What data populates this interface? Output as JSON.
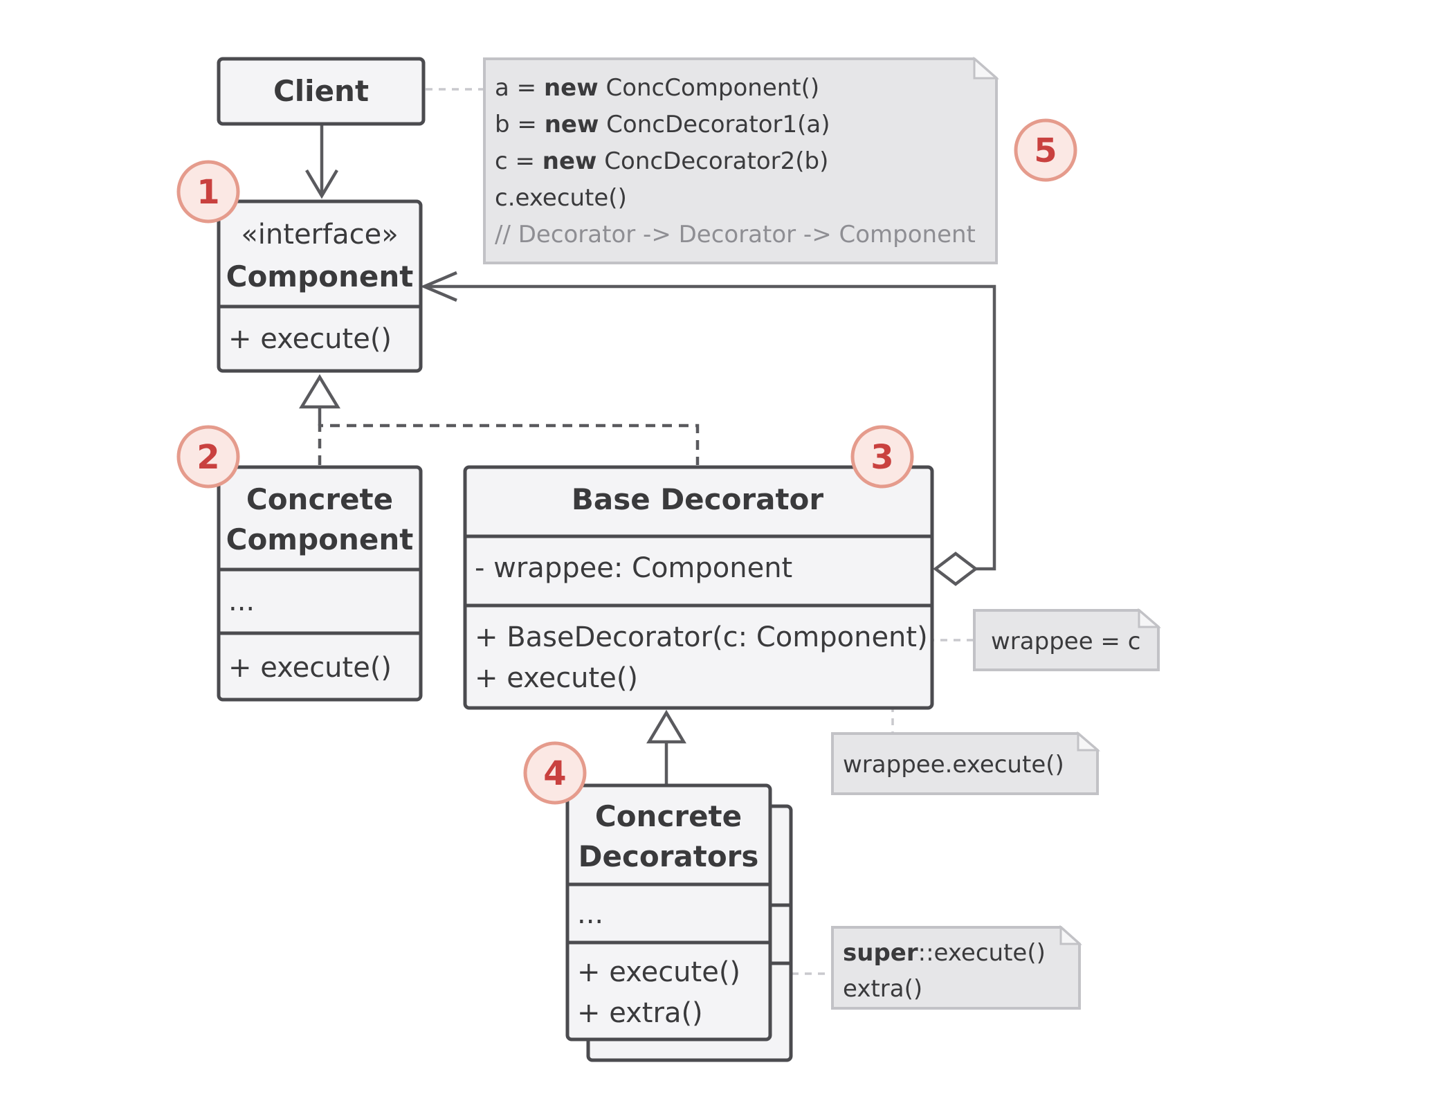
{
  "client": {
    "title": "Client"
  },
  "component": {
    "stereotype": "«interface»",
    "title": "Component",
    "method": "+ execute()"
  },
  "concrete_component": {
    "title_line1": "Concrete",
    "title_line2": "Component",
    "fields": "...",
    "method": "+ execute()"
  },
  "base_decorator": {
    "title": "Base Decorator",
    "field": "- wrappee: Component",
    "constructor": "+ BaseDecorator(c: Component)",
    "method": "+ execute()"
  },
  "concrete_decorators": {
    "title_line1": "Concrete",
    "title_line2": "Decorators",
    "fields": "...",
    "method1": "+ execute()",
    "method2": "+ extra()"
  },
  "client_note": {
    "line1_pre": "a = ",
    "line1_kw": "new",
    "line1_post": " ConcComponent()",
    "line2_pre": "b = ",
    "line2_kw": "new",
    "line2_post": " ConcDecorator1(a)",
    "line3_pre": "c = ",
    "line3_kw": "new",
    "line3_post": " ConcDecorator2(b)",
    "line4": "c.execute()",
    "line5": "// Decorator -> Decorator -> Component"
  },
  "constructor_note": "wrappee = c",
  "execute_note": "wrappee.execute()",
  "extra_note": {
    "line1_kw": "super",
    "line1_post": "::execute()",
    "line2": "extra()"
  },
  "badges": [
    "1",
    "2",
    "3",
    "4",
    "5"
  ],
  "colors": {
    "badge_fill": "#fbe8e4",
    "badge_stroke": "#e59b8c",
    "badge_text": "#c9413f",
    "box_fill": "#f4f4f6",
    "note_fill": "#e6e6e8"
  }
}
